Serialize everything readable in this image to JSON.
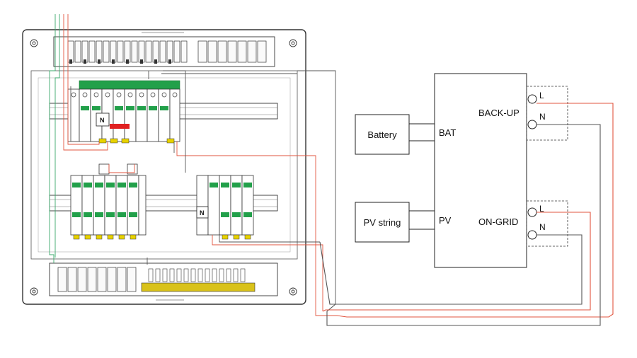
{
  "labels": {
    "battery": "Battery",
    "pv_string": "PV string",
    "bat_port": "BAT",
    "pv_port": "PV",
    "backup": "BACK-UP",
    "ongrid": "ON-GRID",
    "backup_l": "L",
    "backup_n": "N",
    "ongrid_l": "L",
    "ongrid_n": "N",
    "panel_n_left": "N",
    "panel_n_right": "N"
  },
  "colors": {
    "line_wire": "#e2553f",
    "neutral_wire": "#555555",
    "earth_wire": "#3aa86b",
    "breaker_green": "#22a04a",
    "breaker_red": "#e02020",
    "busbar_yellow": "#d9c21a",
    "terminal_yellow": "#e8d200",
    "outline": "#333333"
  }
}
